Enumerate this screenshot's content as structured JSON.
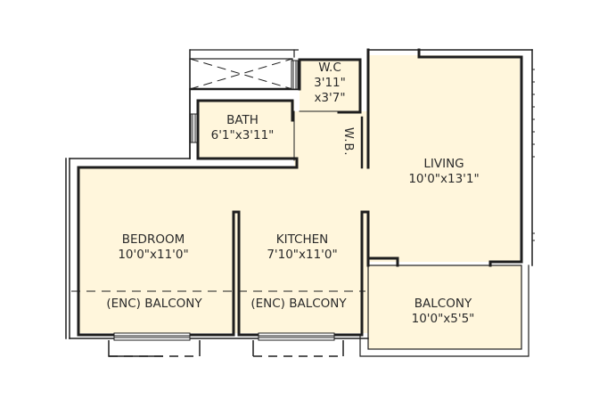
{
  "plan": {
    "colors": {
      "floor": "#fff6dc",
      "wall": "#1e1e1e",
      "background": "#ffffff"
    },
    "rooms": [
      {
        "id": "wc",
        "name": "W.C",
        "dims_line1": "3'11\"",
        "dims_line2": "x3'7\""
      },
      {
        "id": "bath",
        "name": "BATH",
        "dims": "6'1\"x3'11\""
      },
      {
        "id": "living",
        "name": "LIVING",
        "dims": "10'0\"x13'1\""
      },
      {
        "id": "bedroom",
        "name": "BEDROOM",
        "dims": "10'0\"x11'0\""
      },
      {
        "id": "kitchen",
        "name": "KITCHEN",
        "dims": "7'10\"x11'0\""
      },
      {
        "id": "balcony",
        "name": "BALCONY",
        "dims": "10'0\"x5'5\""
      }
    ],
    "enclosed_balconies": [
      {
        "id": "bedroom-enc-balcony",
        "label": "(ENC) BALCONY"
      },
      {
        "id": "kitchen-enc-balcony",
        "label": "(ENC) BALCONY"
      }
    ],
    "fixtures": {
      "wash_basin": "W.B."
    }
  }
}
